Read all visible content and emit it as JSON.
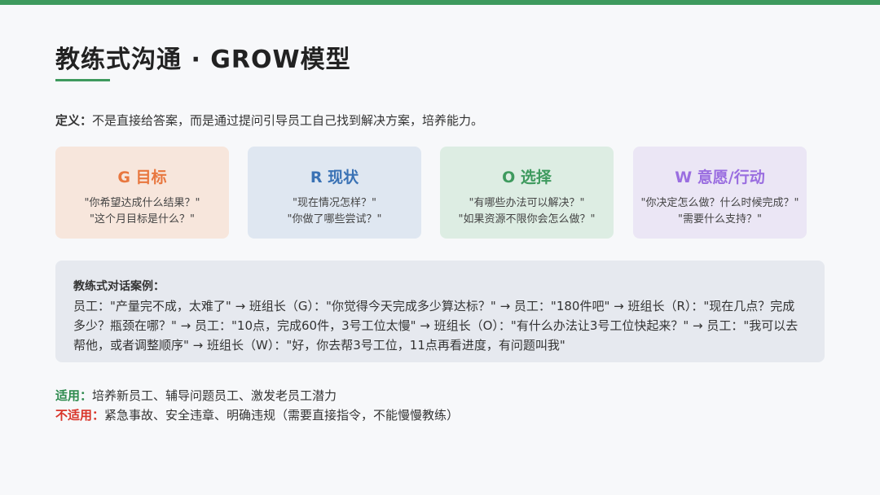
{
  "title": "教练式沟通 · GROW模型",
  "definition": {
    "label": "定义：",
    "text": "不是直接给答案，而是通过提问引导员工自己找到解决方案，培养能力。"
  },
  "cards": [
    {
      "title": "G 目标",
      "color": "#e8773f",
      "bg": "#f7e6dc",
      "q1": "\"你希望达成什么结果？\"",
      "q2": "\"这个月目标是什么？\""
    },
    {
      "title": "R 现状",
      "color": "#3a72b5",
      "bg": "#dfe7f1",
      "q1": "\"现在情况怎样？\"",
      "q2": "\"你做了哪些尝试？\""
    },
    {
      "title": "O 选择",
      "color": "#3e9a5e",
      "bg": "#ddede3",
      "q1": "\"有哪些办法可以解决？\"",
      "q2": "\"如果资源不限你会怎么做？\""
    },
    {
      "title": "W 意愿/行动",
      "color": "#9a6ee0",
      "bg": "#ebe6f5",
      "q1": "\"你决定怎么做？什么时候完成？\"",
      "q2": "\"需要什么支持？\""
    }
  ],
  "case": {
    "title": "教练式对话案例：",
    "text": "员工：\"产量完不成，太难了\" → 班组长（G）：\"你觉得今天完成多少算达标？\" → 员工：\"180件吧\" → 班组长（R）：\"现在几点？完成多少？瓶颈在哪？\" → 员工：\"10点，完成60件，3号工位太慢\" → 班组长（O）：\"有什么办法让3号工位快起来？\" → 员工：\"我可以去帮他，或者调整顺序\" → 班组长（W）：\"好，你去帮3号工位，11点再看进度，有问题叫我\""
  },
  "applies": {
    "ok_label": "适用：",
    "ok_text": "培养新员工、辅导问题员工、激发老员工潜力",
    "no_label": "不适用：",
    "no_text": "紧急事故、安全违章、明确违规（需要直接指令，不能慢慢教练）"
  }
}
